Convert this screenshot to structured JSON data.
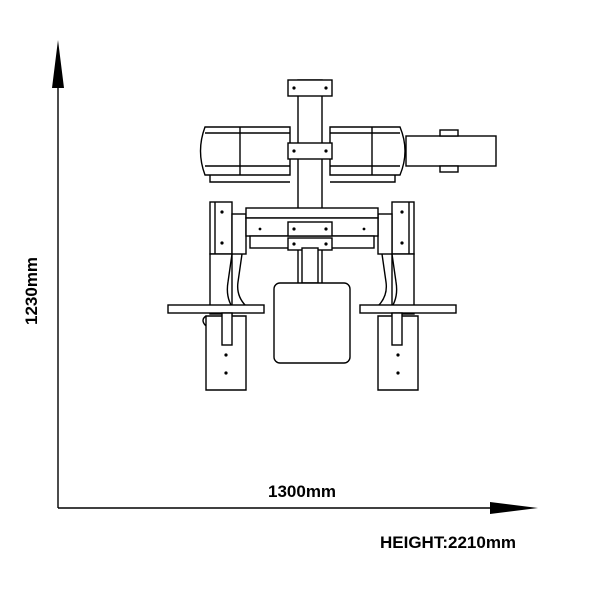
{
  "dimensions": {
    "width": "1300mm",
    "depth": "1230mm",
    "height": "HEIGHT:2210mm"
  }
}
